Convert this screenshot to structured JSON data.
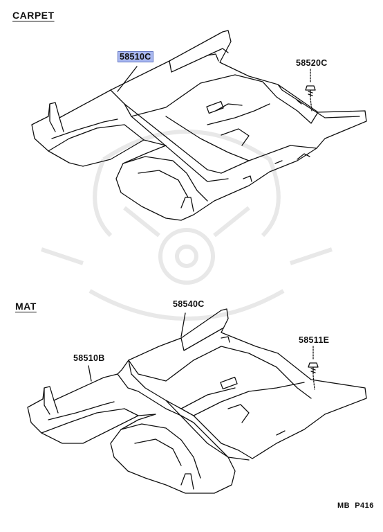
{
  "sections": {
    "carpet": {
      "title": "CARPET"
    },
    "mat": {
      "title": "MAT"
    }
  },
  "parts": {
    "carpet_assy": "58510C",
    "carpet_clip": "58520C",
    "mat_front": "58510B",
    "mat_rear": "58540C",
    "mat_clip": "58511E"
  },
  "page_code": "MB  P416",
  "colors": {
    "highlight": "#a9b8f0",
    "line": "#111111",
    "watermark": "#e6e6e6"
  }
}
